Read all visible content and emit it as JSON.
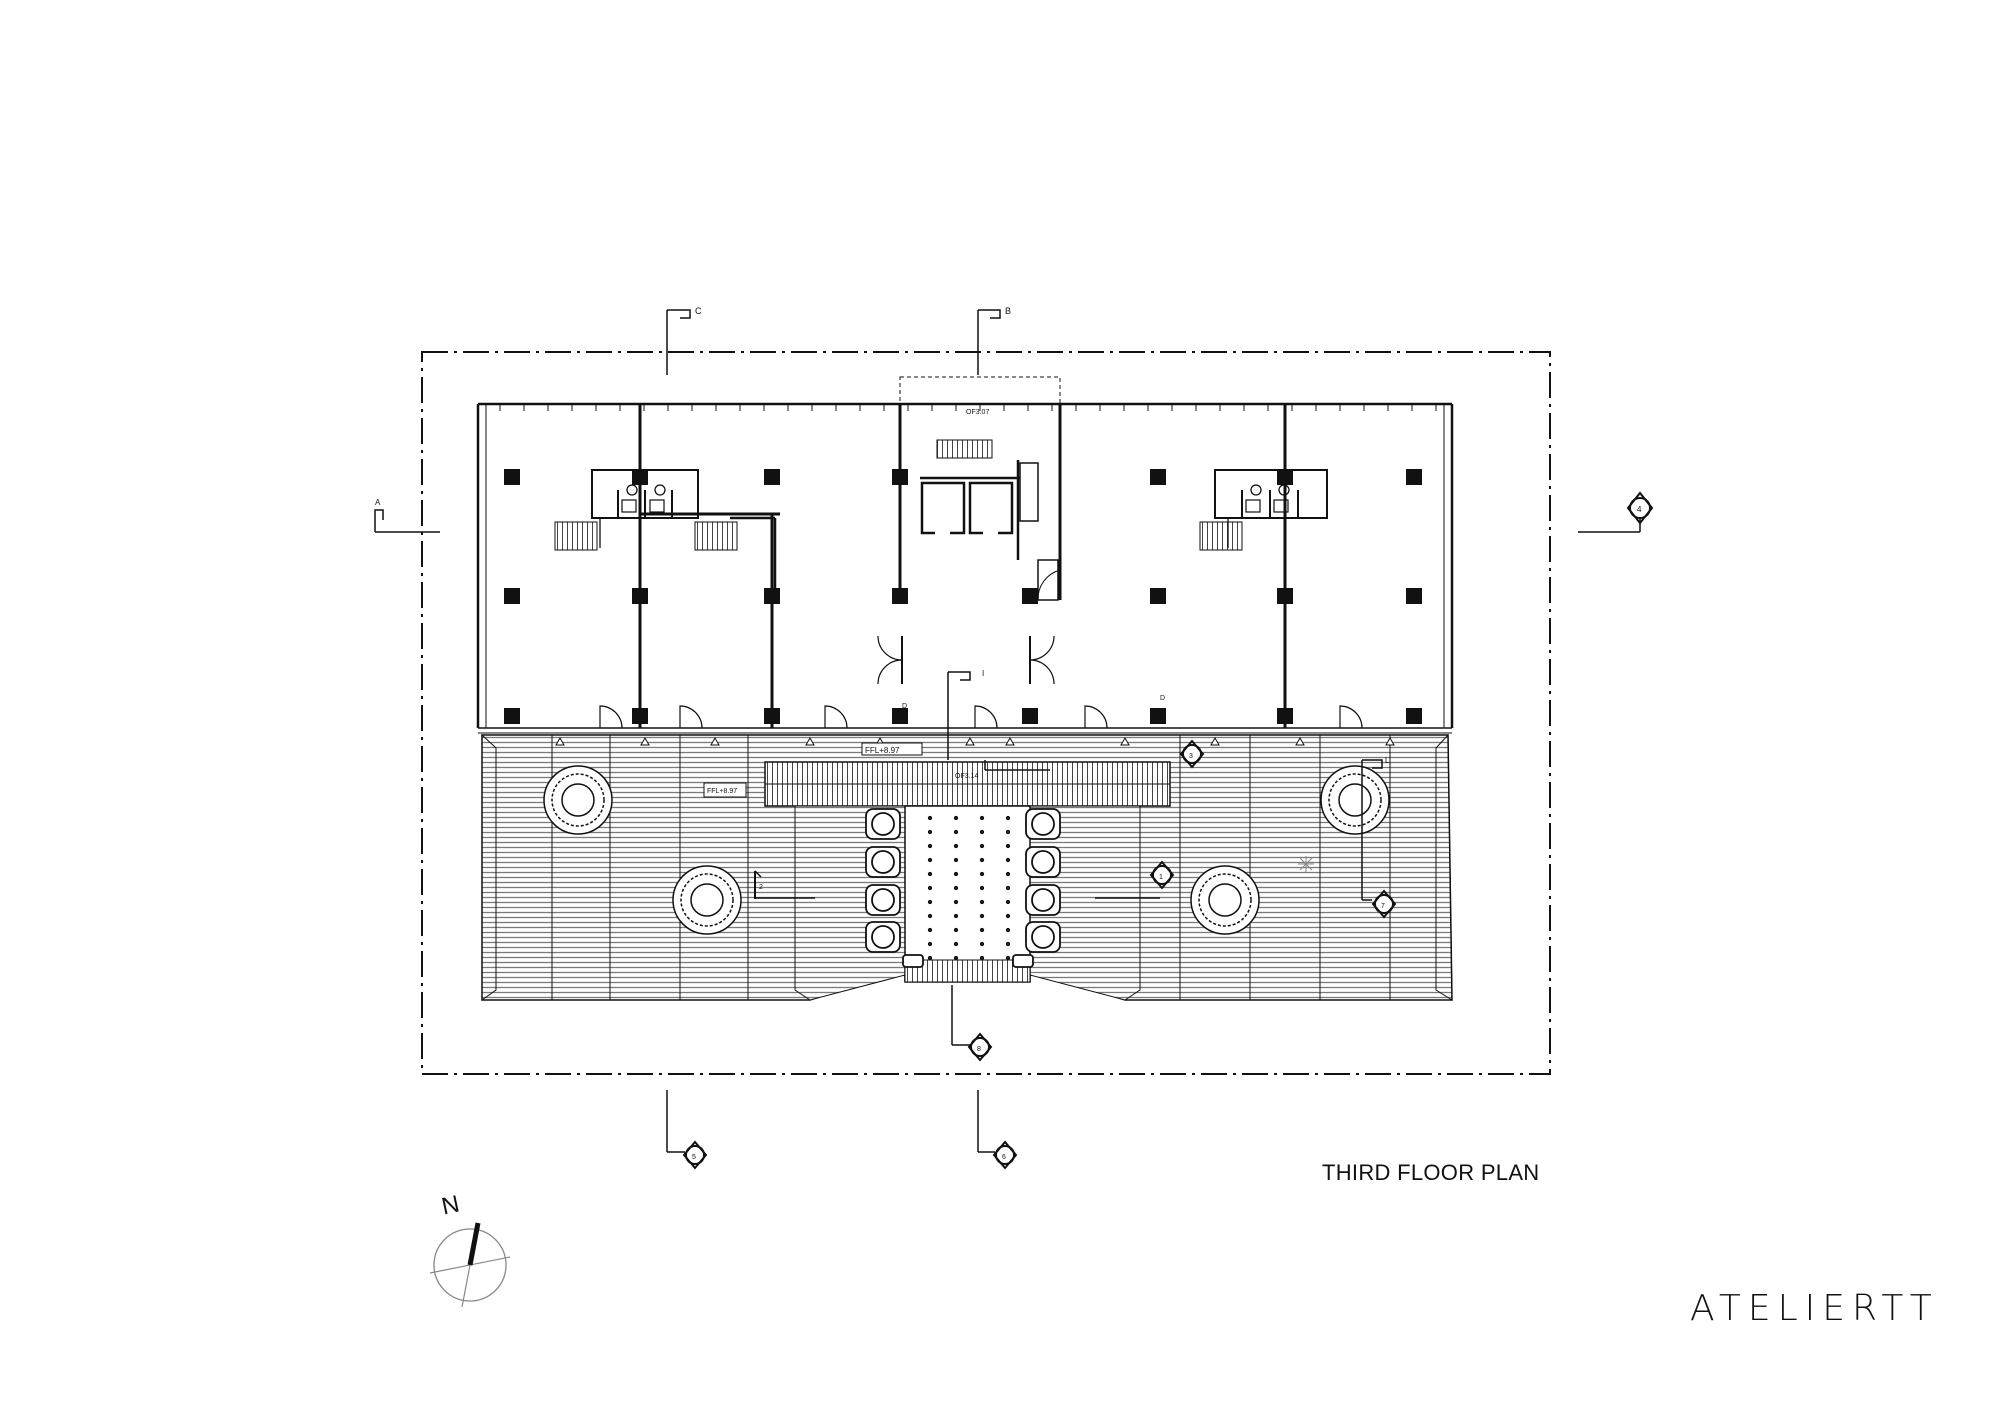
{
  "drawing": {
    "title": "THIRD FLOOR PLAN",
    "brand": "ATELIERTT",
    "north_label": "N"
  },
  "section_markers": {
    "a": "A",
    "b": "B",
    "c": "C",
    "i": "I",
    "l": "L"
  },
  "room_labels": {
    "of307": "OF3.07",
    "of314": "OF3.14",
    "door_d_left": "D",
    "door_d_right": "D"
  },
  "level_tags": {
    "ffl_center": "FFL+8.97",
    "ffl_left": "FFL+8.97"
  },
  "elevation_markers": {
    "east": "4",
    "south_left": "5",
    "south_right": "6",
    "interior_n": "3",
    "interior_w": "2",
    "interior_e": "1",
    "interior_se": "7",
    "interior_s": "8"
  },
  "colors": {
    "line": "#111111",
    "deck_hatch": "#777777",
    "background": "#ffffff"
  }
}
